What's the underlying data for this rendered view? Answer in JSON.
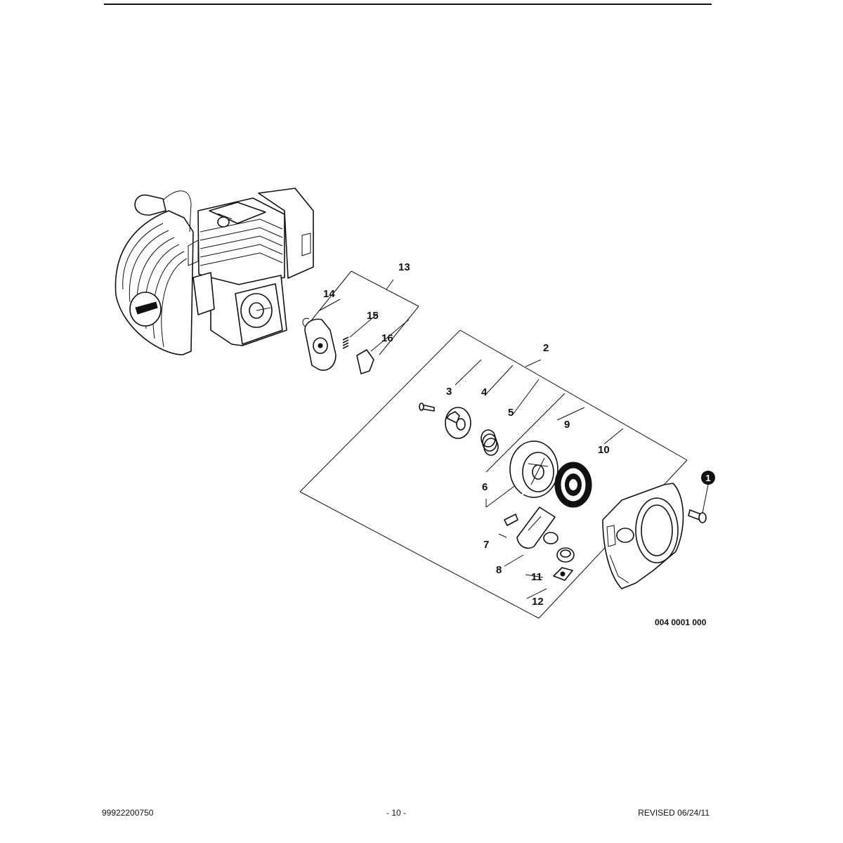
{
  "figure": {
    "code": "004 0001 000",
    "callouts": {
      "c1": "1",
      "c2": "2",
      "c3": "3",
      "c4": "4",
      "c5": "5",
      "c6": "6",
      "c7": "7",
      "c8": "8",
      "c9": "9",
      "c10": "10",
      "c11": "11",
      "c12": "12",
      "c13": "13",
      "c14": "14",
      "c15": "15",
      "c16": "16"
    }
  },
  "footer": {
    "doc_number": "99922200750",
    "page": "- 10 -",
    "revised": "REVISED 06/24/11"
  }
}
